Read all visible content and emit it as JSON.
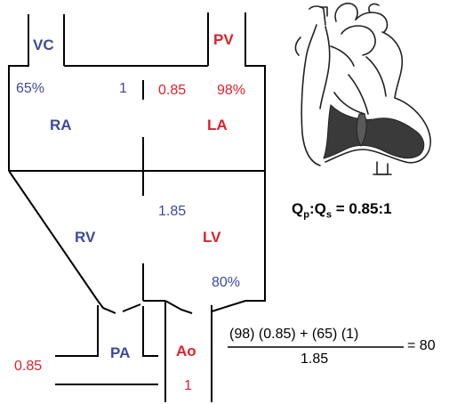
{
  "labels": {
    "vc": "VC",
    "pv": "PV",
    "ra": "RA",
    "la": "LA",
    "rv": "RV",
    "lv": "LV",
    "pa": "PA",
    "ao": "Ao"
  },
  "values": {
    "ra_saturation": "65%",
    "ra_flow": "1",
    "la_flow": "0.85",
    "la_saturation": "98%",
    "lv_flow": "1.85",
    "lv_saturation": "80%",
    "pa_flow": "0.85",
    "ao_flow": "1"
  },
  "ratio": {
    "q1": "Q",
    "p": "p",
    "colon": ":Q",
    "s": "s",
    "value": " = 0.85:1"
  },
  "equation": {
    "numerator": "(98) (0.85) + (65) (1)",
    "denominator": "1.85",
    "result": "= 80"
  },
  "colors": {
    "blue": "#3d4a9c",
    "red": "#e0202a",
    "line": "#000000"
  }
}
